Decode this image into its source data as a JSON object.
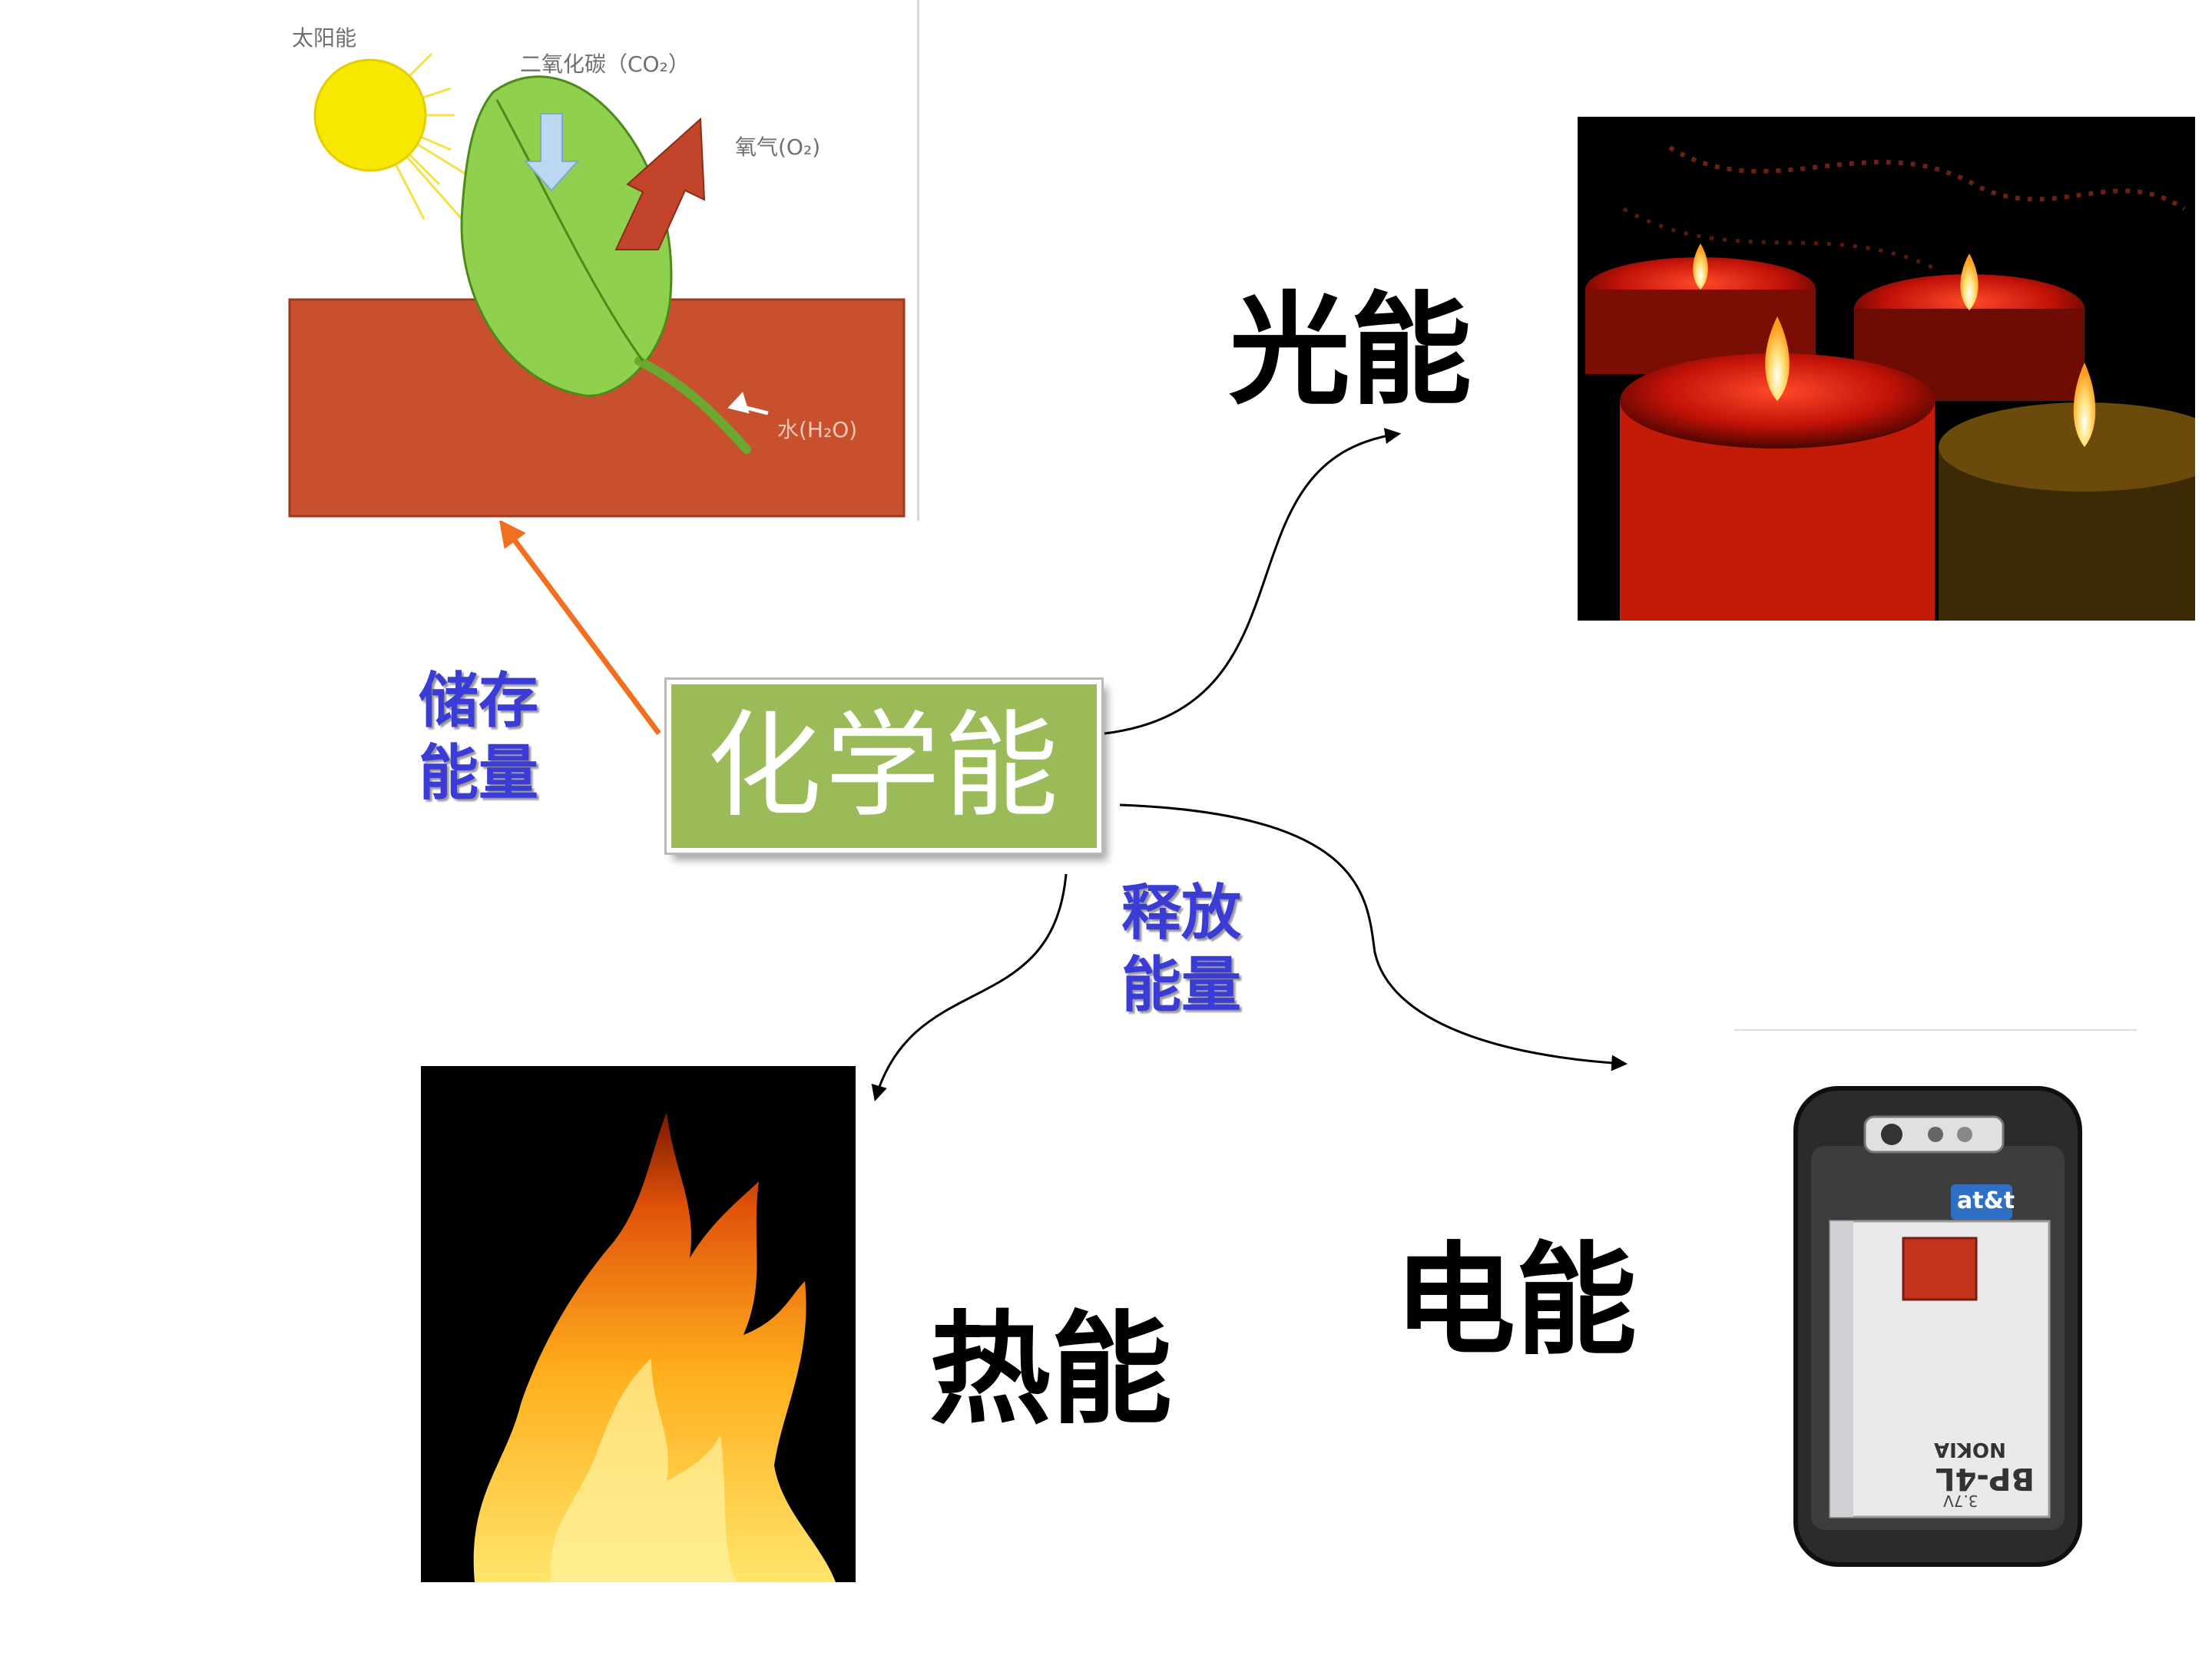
{
  "center": {
    "label": "化学能"
  },
  "labels": {
    "store_line1": "储存",
    "store_line2": "能量",
    "release_line1": "释放",
    "release_line2": "能量",
    "light": "光能",
    "heat": "热能",
    "electric": "电能"
  },
  "photosynthesis": {
    "sun": "太阳能",
    "co2": "二氧化碳（CO₂）",
    "o2": "氧气(O₂)",
    "water": "水(H₂O)"
  },
  "phone": {
    "carrier": "at&t",
    "brand": "NOKIA",
    "battery": "BP-4L",
    "voltage": "3.7V"
  },
  "colors": {
    "center_fill": "#9bbb59",
    "store_arrow": "#f07020",
    "blue_text": "#3b3bd6",
    "soil": "#c8502e",
    "leaf": "#8fd14f"
  }
}
